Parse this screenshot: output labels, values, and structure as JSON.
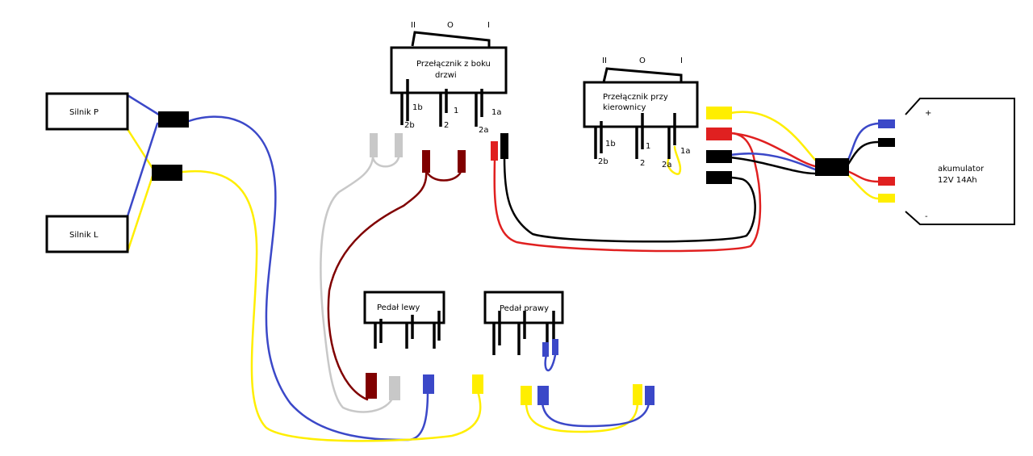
{
  "colors": {
    "blue": "#3b48c8",
    "yellow": "#ffee00",
    "red": "#e02020",
    "black": "#000000",
    "gray": "#c8c8c8",
    "maroon": "#800000"
  },
  "motor_right": {
    "label": "Silnik P"
  },
  "motor_left": {
    "label": "Silnik L"
  },
  "door_switch": {
    "label_line1": "Przełącznik z boku",
    "label_line2": "drzwi",
    "positions": [
      "II",
      "O",
      "I"
    ],
    "pins": [
      "1b",
      "2b",
      "1",
      "2",
      "1a",
      "2a"
    ]
  },
  "steering_switch": {
    "label_line1": "Przełącznik przy",
    "label_line2": "kierownicy",
    "positions": [
      "II",
      "O",
      "I"
    ],
    "pins": [
      "1b",
      "2b",
      "1",
      "2",
      "1a",
      "2a"
    ]
  },
  "battery": {
    "label_line1": "akumulator",
    "label_line2": "12V 14Ah",
    "plus": "+",
    "minus": "-"
  },
  "pedal_left": {
    "label": "Pedał lewy"
  },
  "pedal_right": {
    "label": "Pedał  prawy"
  }
}
